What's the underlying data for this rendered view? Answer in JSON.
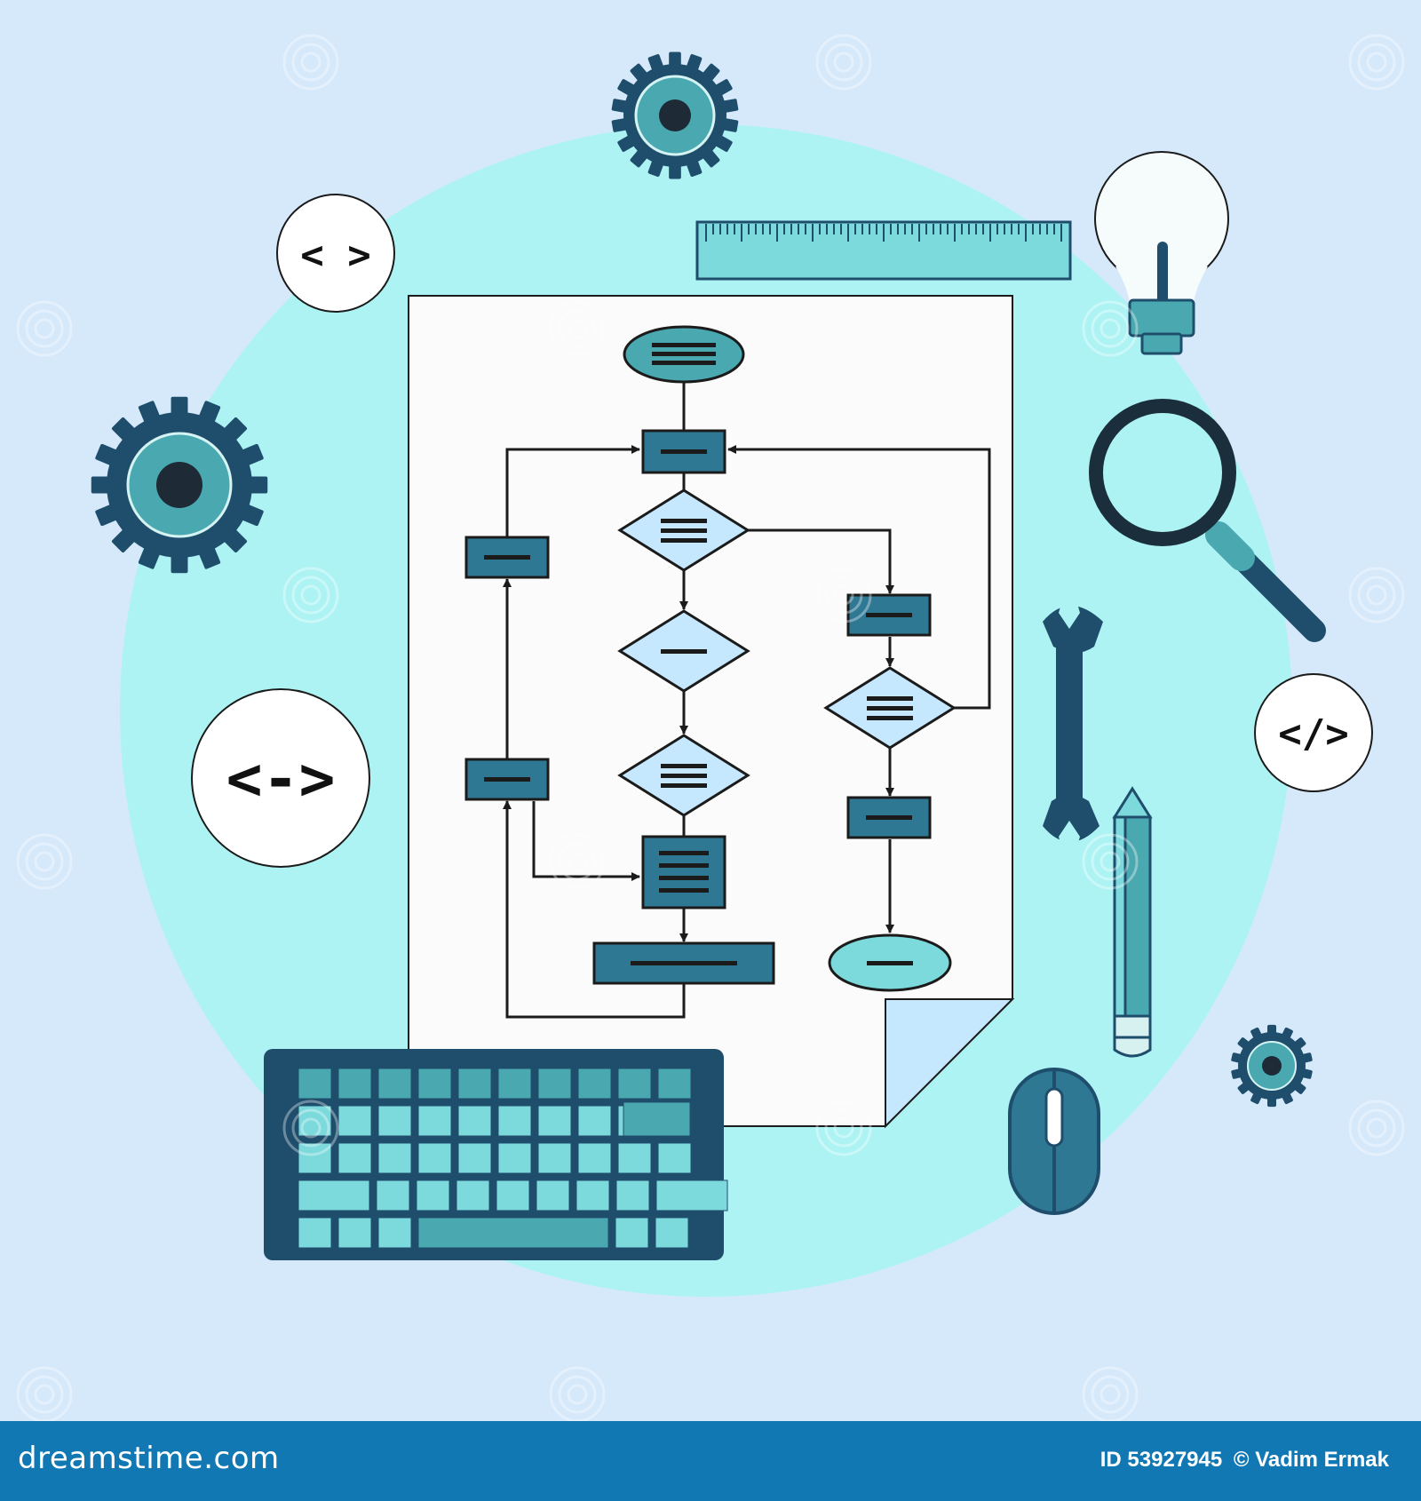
{
  "code_badges": {
    "top_left": "< >",
    "middle_left": "<->",
    "right": "</>"
  },
  "footer": {
    "brand": "dreamstime.com",
    "id_label": "ID 53927945",
    "copyright": "© Vadim Ermak"
  },
  "colors": {
    "background": "#d6e9fb",
    "circle": "#aef3f3",
    "dark": "#1f4e6c",
    "teal": "#4aa9b0",
    "light_teal": "#7cd9dc",
    "diamond_fill": "#c6e8ff",
    "footer": "#1178b3"
  }
}
